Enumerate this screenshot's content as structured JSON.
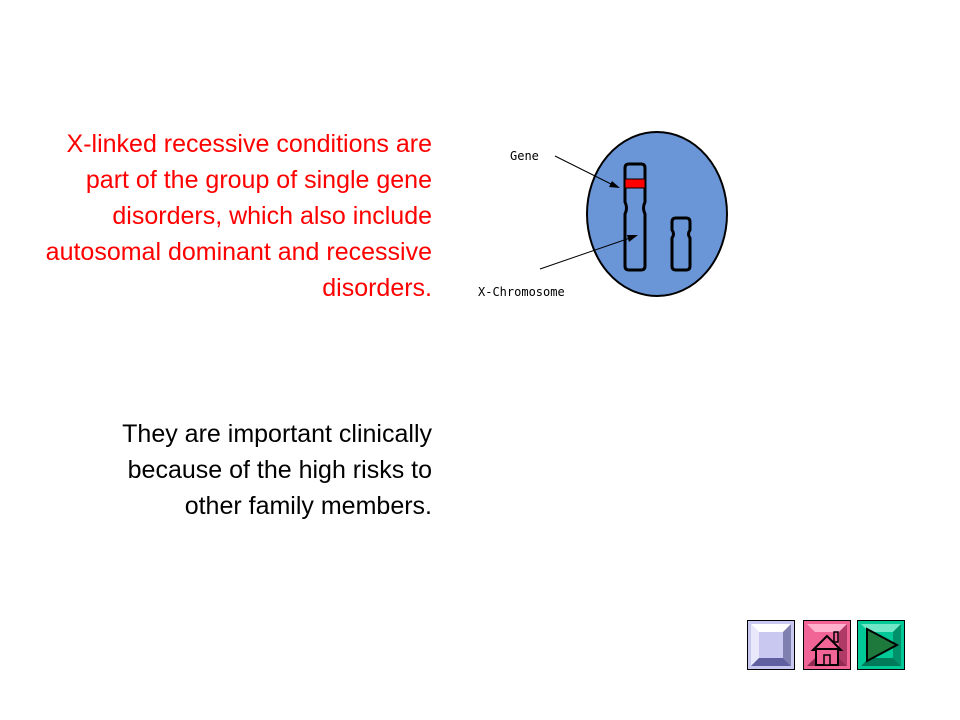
{
  "slide": {
    "paragraph_1": "X-linked recessive conditions are part of the group of single gene disorders, which also include autosomal dominant and recessive disorders.",
    "paragraph_2": "They are important clinically because of the high risks to other family members."
  },
  "diagram": {
    "gene_label": "Gene",
    "chromosome_label": "X-Chromosome",
    "colors": {
      "cell": "#6a96d8",
      "gene_band": "#ff0000"
    }
  },
  "navigation": {
    "buttons": [
      {
        "name": "back-button",
        "icon": "left-triangle-icon",
        "color": "#c8c8f0"
      },
      {
        "name": "home-button",
        "icon": "house-icon",
        "color": "#f06496"
      },
      {
        "name": "next-button",
        "icon": "right-triangle-icon",
        "color": "#00c896"
      }
    ]
  }
}
